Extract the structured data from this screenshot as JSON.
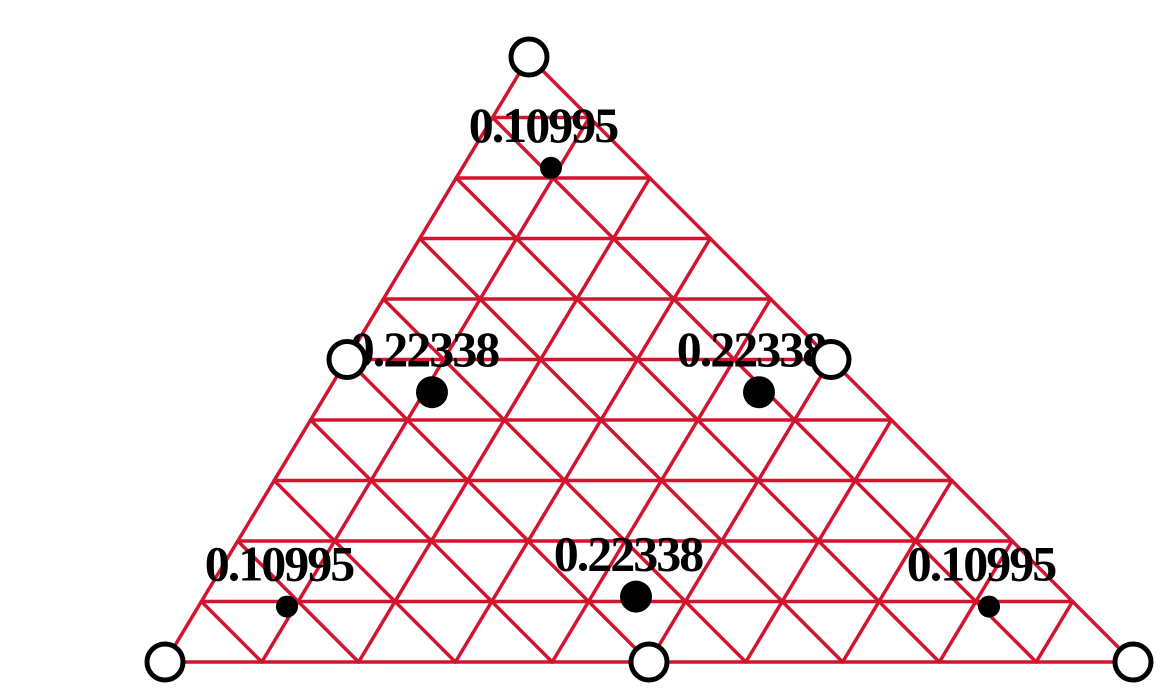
{
  "colors": {
    "grid": "#d2142f",
    "nodes": "#000000",
    "points": "#000000",
    "background": "#ffffff"
  },
  "triangle": {
    "subdivisions": 10,
    "vertices": [
      "bottom-left",
      "bottom-right",
      "top"
    ]
  },
  "nodes": [
    {
      "id": "vertex-bottom-left",
      "bary": [
        1,
        0,
        0
      ]
    },
    {
      "id": "vertex-bottom-right",
      "bary": [
        0,
        1,
        0
      ]
    },
    {
      "id": "vertex-top",
      "bary": [
        0,
        0,
        1
      ]
    },
    {
      "id": "midpoint-bottom",
      "bary": [
        0.5,
        0.5,
        0
      ]
    },
    {
      "id": "midpoint-left",
      "bary": [
        0.5,
        0,
        0.5
      ]
    },
    {
      "id": "midpoint-right",
      "bary": [
        0,
        0.5,
        0.5
      ]
    }
  ],
  "quadrature_points": [
    {
      "id": "top",
      "weight": "0.10995",
      "bary": [
        0.0915762,
        0.0915762,
        0.8168476
      ],
      "size": "small"
    },
    {
      "id": "left",
      "weight": "0.22338",
      "bary": [
        0.4459485,
        0.108103,
        0.4459485
      ],
      "size": "large"
    },
    {
      "id": "right",
      "weight": "0.22338",
      "bary": [
        0.108103,
        0.4459485,
        0.4459485
      ],
      "size": "large"
    },
    {
      "id": "bottom-left",
      "weight": "0.10995",
      "bary": [
        0.8168476,
        0.0915762,
        0.0915762
      ],
      "size": "small"
    },
    {
      "id": "bottom-middle",
      "weight": "0.22338",
      "bary": [
        0.4459485,
        0.4459485,
        0.108103
      ],
      "size": "large"
    },
    {
      "id": "bottom-right",
      "weight": "0.10995",
      "bary": [
        0.0915762,
        0.8168476,
        0.0915762
      ],
      "size": "small"
    }
  ]
}
